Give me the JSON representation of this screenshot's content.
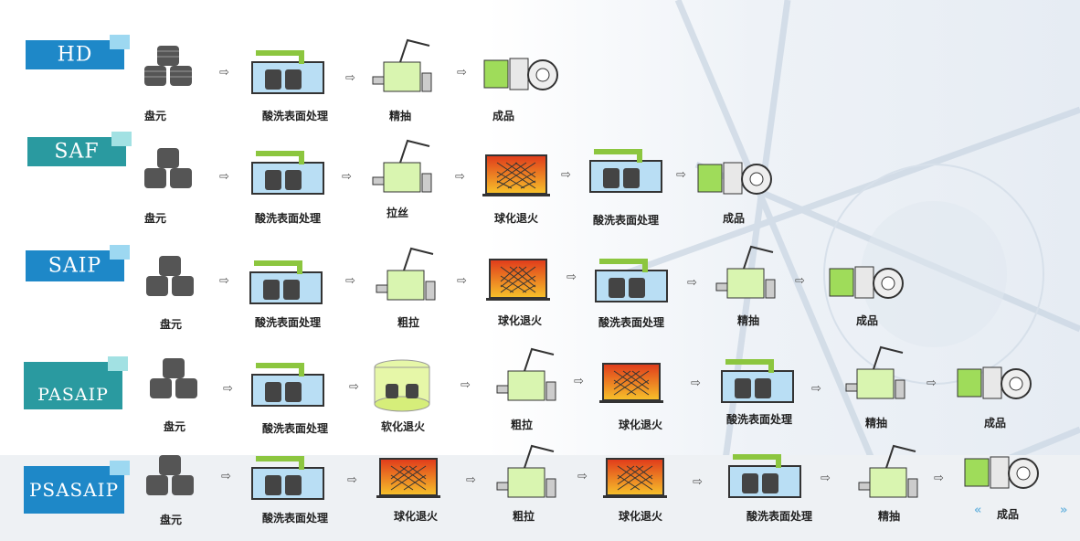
{
  "labels": {
    "raw": "盘元",
    "pickle": "酸洗表面处理",
    "fine_draw": "精抽",
    "draw_wire": "拉丝",
    "sphero": "球化退火",
    "coarse_draw": "粗拉",
    "soft_anneal": "软化退火",
    "product": "成品"
  },
  "rows": [
    {
      "code": "HD",
      "steps": [
        "盘元",
        "酸洗表面处理",
        "精抽",
        "成品"
      ]
    },
    {
      "code": "SAF",
      "steps": [
        "盘元",
        "酸洗表面处理",
        "拉丝",
        "球化退火",
        "酸洗表面处理",
        "成品"
      ]
    },
    {
      "code": "SAIP",
      "steps": [
        "盘元",
        "酸洗表面处理",
        "粗拉",
        "球化退火",
        "酸洗表面处理",
        "精抽",
        "成品"
      ]
    },
    {
      "code": "PASAIP",
      "steps": [
        "盘元",
        "酸洗表面处理",
        "软化退火",
        "粗拉",
        "球化退火",
        "酸洗表面处理",
        "精抽",
        "成品"
      ]
    },
    {
      "code": "PSASAIP",
      "steps": [
        "盘元",
        "酸洗表面处理",
        "球化退火",
        "粗拉",
        "球化退火",
        "酸洗表面处理",
        "精抽",
        "成品"
      ]
    }
  ],
  "arrow_glyph": "⇨",
  "nav": {
    "prev": "«",
    "next": "»"
  },
  "colors": {
    "blue_badge": "#1e88c8",
    "teal_badge": "#2a9aa0",
    "furnace": "#e03a1b",
    "tank": "#b9def4",
    "machine": "#d9f5b0"
  }
}
